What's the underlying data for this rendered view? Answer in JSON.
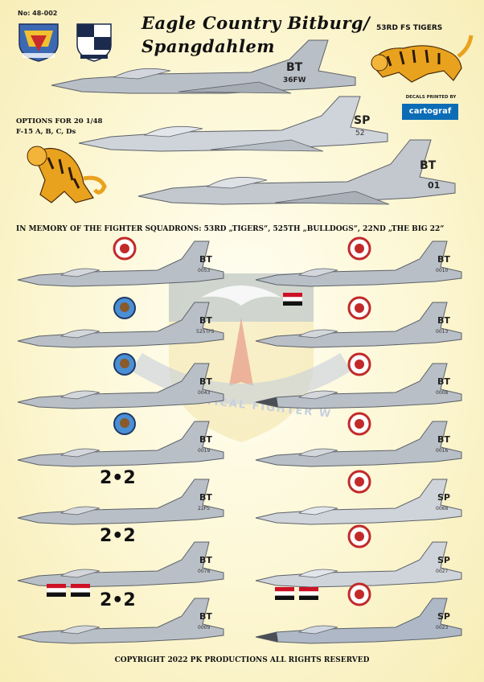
{
  "kit_number": "No: 48-002",
  "title_line1": "Eagle Country Bitburg/",
  "title_line2": "Spangdahlem",
  "options_line1": "OPTIONS FOR 20 1/48",
  "options_line2": "F-15 A, B, C, Ds",
  "decals_printed_by": "DECALS PRINTED BY",
  "printer": "cartograf",
  "squadron_badge": "53RD FS TIGERS",
  "memory_text": "IN MEMORY OF THE FIGHTER SQUADRONS: 53RD „TIGERS“, 525TH „BULLDOGS“, 22ND „THE BIG 22“",
  "watermark_text": "TACTICAL FIGHTER W",
  "copyright": "COPYRIGHT 2022 PK PRODUCTIONS ALL RIGHTS RESERVED",
  "top_aircraft": [
    {
      "code": "BT",
      "sub": "36FW"
    },
    {
      "code": "SP",
      "sub": "52"
    },
    {
      "code": "BT",
      "sub": "01"
    }
  ],
  "left_aircraft": [
    {
      "code": "BT",
      "serial": "0053"
    },
    {
      "code": "BT",
      "serial": "525TFS"
    },
    {
      "code": "BT",
      "serial": "0043"
    },
    {
      "code": "BT",
      "serial": "0019"
    },
    {
      "code": "BT",
      "serial": "22FS"
    },
    {
      "code": "BT",
      "serial": "0078"
    },
    {
      "code": "BT",
      "serial": "0009"
    }
  ],
  "right_aircraft": [
    {
      "code": "BT",
      "serial": "0010"
    },
    {
      "code": "BT",
      "serial": "0013"
    },
    {
      "code": "BT",
      "serial": "0008"
    },
    {
      "code": "BT",
      "serial": "0016"
    },
    {
      "code": "SP",
      "serial": "0068"
    },
    {
      "code": "SP",
      "serial": "0027"
    },
    {
      "code": "SP",
      "serial": "0023"
    }
  ],
  "big22_text": "2•2",
  "colors": {
    "background": "#fcf6cc",
    "aircraft_gray": "#b9bfc6",
    "aircraft_light": "#cfd4da",
    "aircraft_blue_gray": "#aeb8c6",
    "outline": "#5c6168",
    "cartograf_blue": "#0d6cb6",
    "tiger_orange": "#e9a21e"
  }
}
